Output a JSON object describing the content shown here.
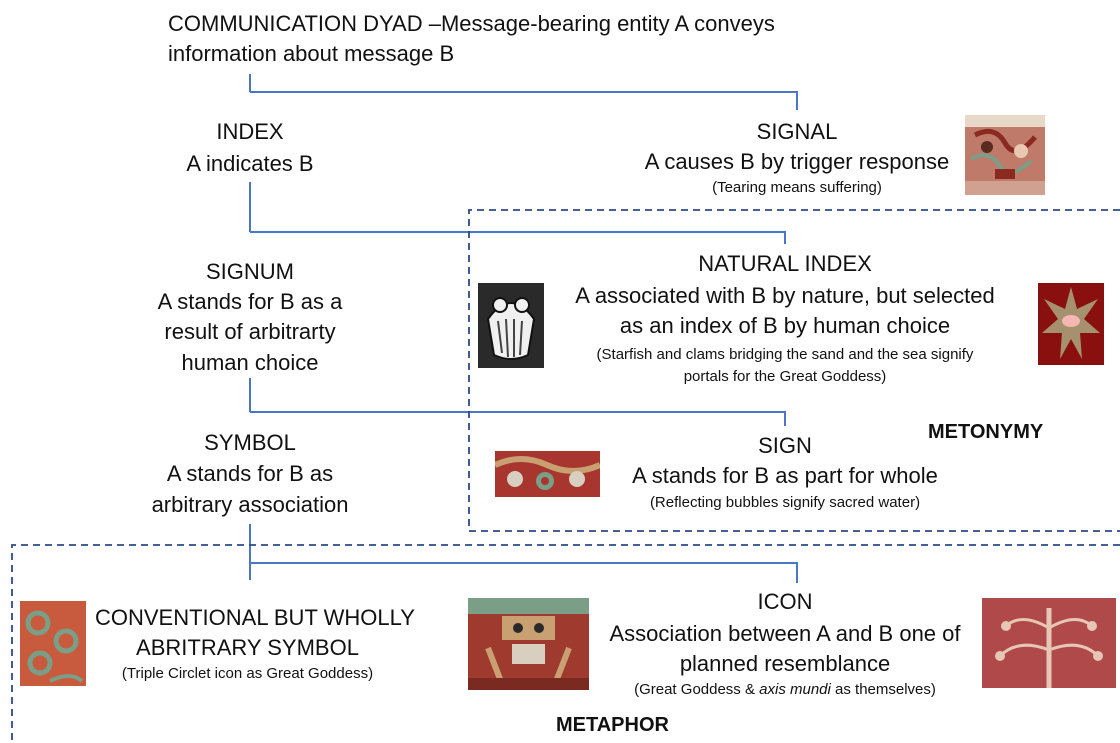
{
  "colors": {
    "connector": "#4A76C8",
    "dashed_box": "#2E4A84",
    "text": "#111111",
    "mural_red": "#A8352E",
    "mural_green": "#7A9E86",
    "mural_ochre": "#C9A072",
    "starfish_bg": "#8A1010",
    "starfish_body": "#A6916F",
    "shell_bg": "#2A2A2A"
  },
  "root": {
    "title": "COMMUNICATION DYAD –Message-bearing entity A conveys",
    "title_line2": "information about message B"
  },
  "index": {
    "title": "INDEX",
    "desc": "A indicates B"
  },
  "signal": {
    "title": "SIGNAL",
    "desc": "A causes B by trigger response",
    "example": "(Tearing means suffering)",
    "image_icon": "mural-fragment-icon"
  },
  "signum": {
    "title": "SIGNUM",
    "desc_lines": [
      "A stands for B as a",
      "result of arbitrarty",
      "human choice"
    ]
  },
  "natural_index": {
    "title": "NATURAL INDEX",
    "desc_line1": "A associated with B by nature, but selected",
    "desc_line2": "as an index of B by human choice",
    "example_line1": "(Starfish and clams bridging the sand and the sea signify",
    "example_line2": "portals for the Great Goddess)",
    "left_icon": "clam-shell-icon",
    "right_icon": "starfish-icon"
  },
  "symbol": {
    "title": "SYMBOL",
    "desc_lines": [
      "A stands for B as",
      "arbitrary association"
    ]
  },
  "sign": {
    "title": "SIGN",
    "desc": "A stands for B as part for whole",
    "example": "(Reflecting bubbles signify sacred water)",
    "image_icon": "bubble-mural-icon"
  },
  "metonymy_label": "METONYMY",
  "conventional": {
    "title_line1": "CONVENTIONAL BUT WHOLLY",
    "title_line2": "ABRITRARY SYMBOL",
    "example": "(Triple Circlet icon as Great Goddess)",
    "image_icon": "triple-circlet-icon"
  },
  "icon_node": {
    "title": "ICON",
    "desc_line1": "Association between A and B one of",
    "desc_line2": "planned resemblance",
    "example_pre": "(Great Goddess & ",
    "example_italic": "axis mundi",
    "example_post": " as themselves)",
    "left_image_icon": "great-goddess-mural-icon",
    "right_image_icon": "axis-mundi-mural-icon"
  },
  "metaphor_label": "METAPHOR"
}
